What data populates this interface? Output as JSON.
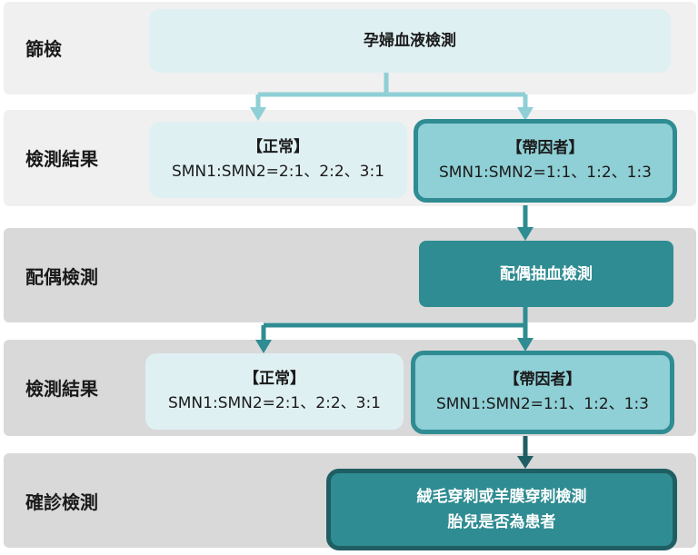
{
  "rows": {
    "screening": "篩檢",
    "result1": "檢測結果",
    "partner": "配偶檢測",
    "result2": "檢測結果",
    "confirm": "確診檢測"
  },
  "boxes": {
    "maternal_test": "孕婦血液檢測",
    "normal1_title": "【正常】",
    "normal1_ratio": "SMN1:SMN2=2:1、2:2、3:1",
    "carrier1_title": "【帶因者】",
    "carrier1_ratio": "SMN1:SMN2=1:1、1:2、1:3",
    "partner_test": "配偶抽血檢測",
    "normal2_title": "【正常】",
    "normal2_ratio": "SMN1:SMN2=2:1、2:2、3:1",
    "carrier2_title": "【帶因者】",
    "carrier2_ratio": "SMN1:SMN2=1:1、1:2、1:3",
    "confirm_line1": "絨毛穿刺或羊膜穿刺檢測",
    "confirm_line2": "胎兒是否為患者"
  },
  "colors": {
    "band_light": "#f0f0f0",
    "band_dark": "#d9d9d9",
    "box_light": "#dff0f3",
    "box_mid": "#8fcfd6",
    "box_dark": "#2f8c92",
    "arrow_light": "#8fcfd6",
    "arrow_dark": "#2f8c92"
  }
}
